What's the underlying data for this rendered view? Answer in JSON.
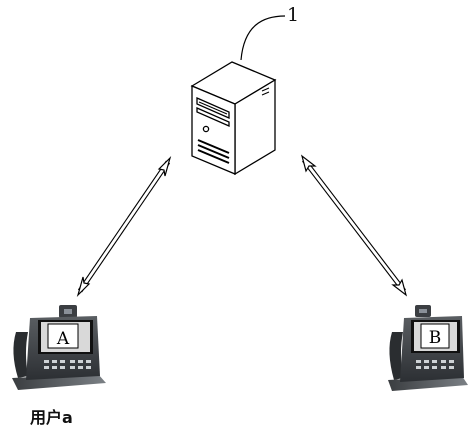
{
  "diagram": {
    "reference_numeral": "1",
    "phone_a": {
      "screen_letter": "A"
    },
    "phone_b": {
      "screen_letter": "B"
    },
    "user_label": "用户a"
  }
}
